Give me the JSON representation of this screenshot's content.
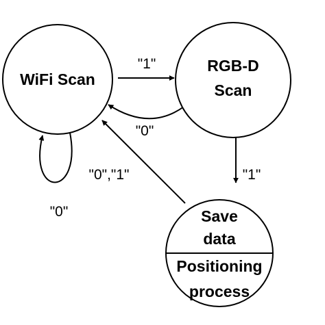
{
  "states": {
    "wifi_scan": {
      "label": "WiFi Scan"
    },
    "rgbd_scan": {
      "label_line1": "RGB-D",
      "label_line2": "Scan"
    },
    "save_positioning": {
      "top_line1": "Save",
      "top_line2": "data",
      "bottom_line1": "Positioning",
      "bottom_line2": "process"
    }
  },
  "transitions": {
    "wifi_to_rgbd": {
      "label": "\"1\""
    },
    "rgbd_to_wifi": {
      "label": "\"0\""
    },
    "wifi_self_loop": {
      "label": "\"0\""
    },
    "save_to_wifi": {
      "label": "\"0\",\"1\""
    },
    "rgbd_to_save": {
      "label": "\"1\""
    }
  },
  "colors": {
    "stroke": "#000000",
    "background": "#ffffff",
    "text": "#000000"
  }
}
